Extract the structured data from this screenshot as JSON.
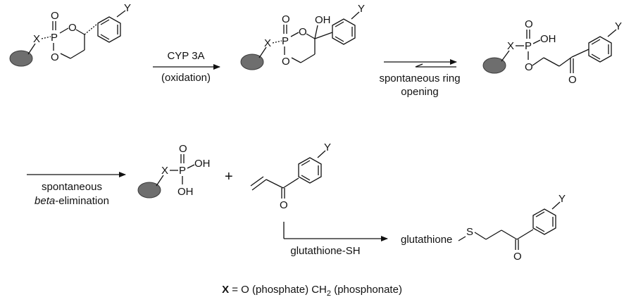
{
  "atoms": {
    "P": "P",
    "O": "O",
    "X": "X",
    "Y": "Y",
    "OH": "OH",
    "S": "S",
    "plus": "+"
  },
  "step1": {
    "arrow_label_top": "CYP 3A",
    "arrow_label_bottom": "(oxidation)"
  },
  "step2": {
    "arrow_label_line1": "spontaneous ring",
    "arrow_label_line2": "opening"
  },
  "step3": {
    "arrow_label_line1": "spontaneous",
    "arrow_label_line2_em": "beta",
    "arrow_label_line2_rest": "-elimination"
  },
  "step4": {
    "reagent": "glutathione-SH",
    "product_prefix": "glutathione"
  },
  "legend": {
    "x_bold": "X",
    "text_a": " = O (phosphate) CH",
    "subscript": "2",
    "text_b": " (phosphonate)"
  },
  "colors": {
    "ink": "#111111",
    "blob_fill": "#6e6e6e",
    "blob_stroke": "#3a3a3a"
  }
}
